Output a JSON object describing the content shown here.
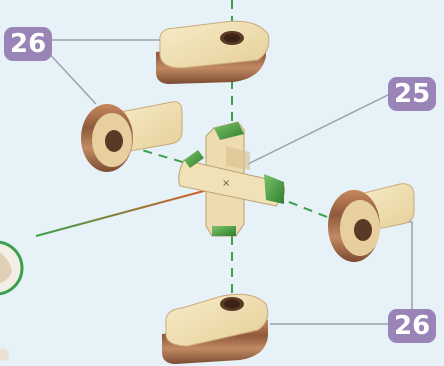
{
  "callouts": {
    "top_left": "26",
    "right": "25",
    "bottom_right": "26"
  },
  "colors": {
    "background": "#e7f1f8",
    "badge": "#9a83b6",
    "badge_text": "#ffffff",
    "assembly_axis": "#3aa14a",
    "leader_line": "#9aa3ab",
    "pointer_line": "#e05a2a",
    "wood_light": "#f1e1b6",
    "wood_dark": "#8a5a3c",
    "connector_green": "#3f9a3a"
  }
}
